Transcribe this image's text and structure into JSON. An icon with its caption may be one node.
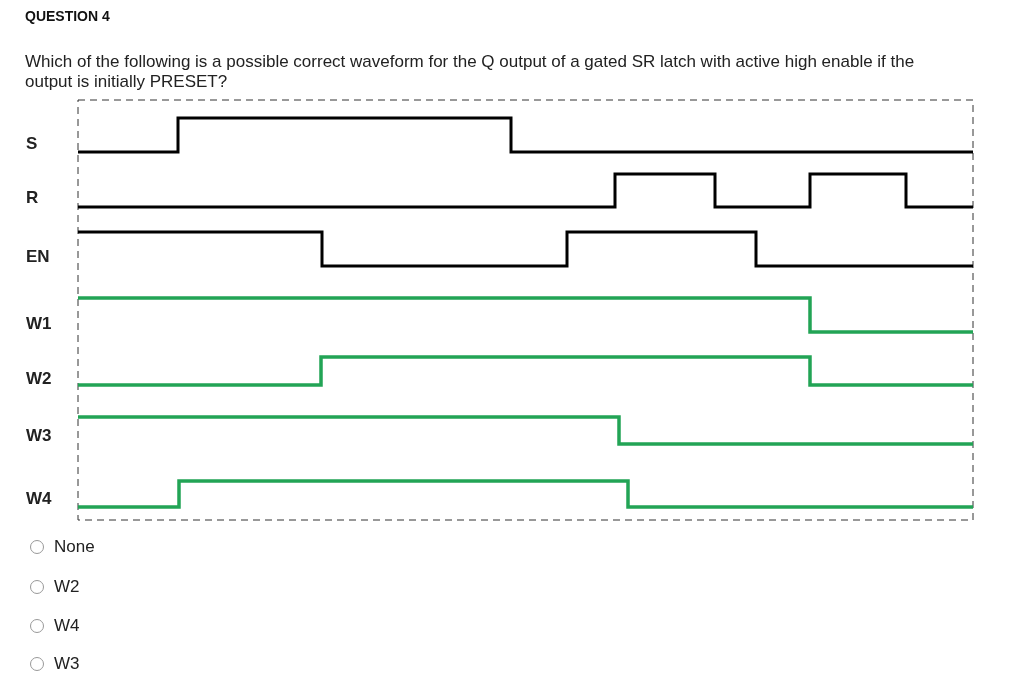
{
  "diagram": {
    "title": "QUESTION 4",
    "labels": [
      "Which of the following is a possible correct waveform for the Q output of a gated SR latch with active high enable if the output is initially PRESET?",
      "S",
      "R",
      "EN",
      "W1",
      "W2",
      "W3",
      "W4",
      "None",
      "W2",
      "W4",
      "W3"
    ]
  }
}
